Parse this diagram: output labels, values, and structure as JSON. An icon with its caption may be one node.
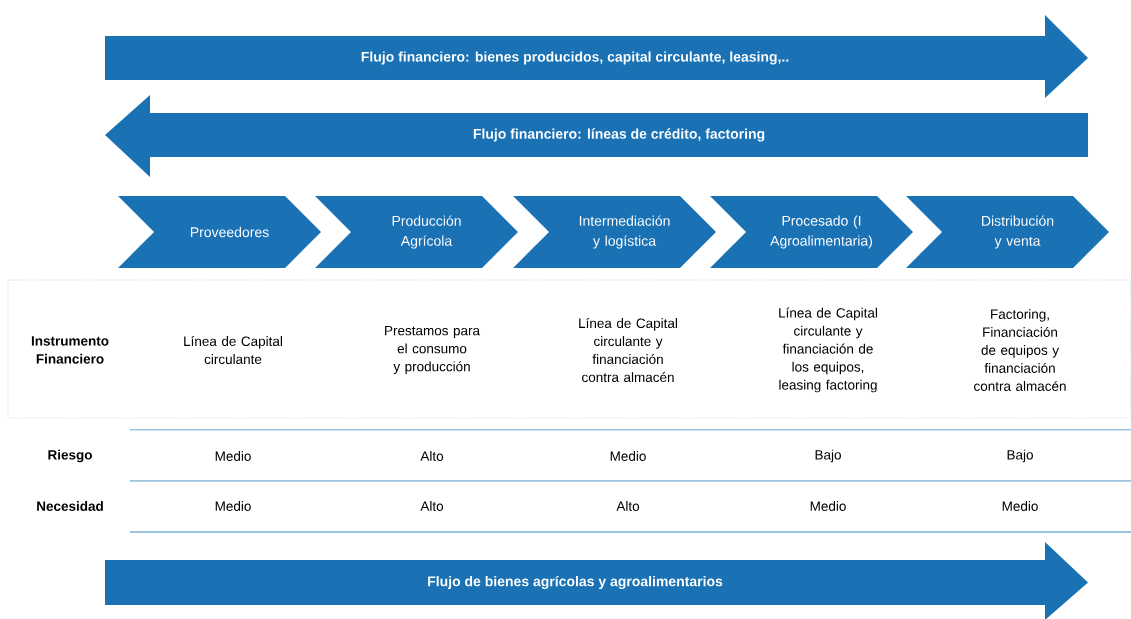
{
  "diagram": {
    "nodes": [
      {
        "text": [
          "Flujo financiero: bienes producidos, capital circulante, leasing,.."
        ]
      },
      {
        "text": [
          "Flujo financiero: líneas de crédito, factoring"
        ]
      },
      {
        "text": [
          "Proveedores"
        ]
      },
      {
        "text": [
          "Producción Agrícola"
        ]
      },
      {
        "text": [
          "Intermediación y logística"
        ]
      },
      {
        "text": [
          "Procesado (I Agroalimentaria)"
        ]
      },
      {
        "text": [
          "Distribución y venta"
        ]
      },
      {
        "text": [
          "Flujo de bienes agrícolas y agroalimentarios"
        ]
      }
    ],
    "edges": [],
    "labels": [
      "Instrumento Financiero",
      "Línea de Capital circulante",
      "Prestamos para el consumo y producción",
      "Línea de Capital circulante y financiación contra almacén",
      "Línea de Capital circulante y financiación de los equipos, leasing factoring",
      "Factoring, Financiación de equipos y financiación contra almacén",
      "Riesgo",
      "Medio",
      "Alto",
      "Medio",
      "Bajo",
      "Bajo",
      "Necesidad",
      "Medio",
      "Alto",
      "Alto",
      "Medio",
      "Medio"
    ]
  }
}
